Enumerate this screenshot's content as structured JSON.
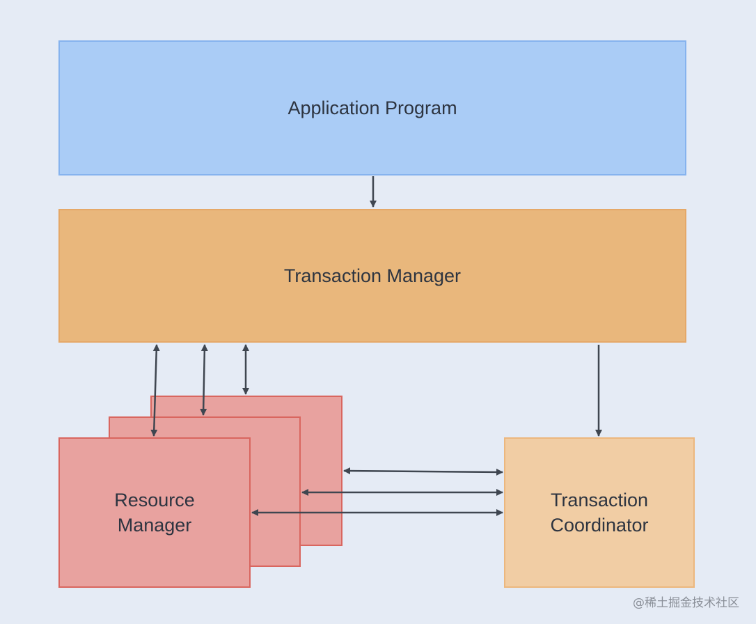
{
  "nodes": {
    "application_program": "Application Program",
    "transaction_manager": "Transaction Manager",
    "resource_manager": [
      "Resource",
      "Manager"
    ],
    "transaction_coordinator": [
      "Transaction",
      "Coordinator"
    ]
  },
  "watermark": "@稀土掘金技术社区",
  "colors": {
    "background": "#e5ebf5",
    "application_program_fill": "#aaccf6",
    "transaction_manager_fill": "#e9b77c",
    "resource_manager_fill": "#e8a29f",
    "transaction_coordinator_fill": "#f1cda4",
    "arrow": "#3f4650"
  }
}
